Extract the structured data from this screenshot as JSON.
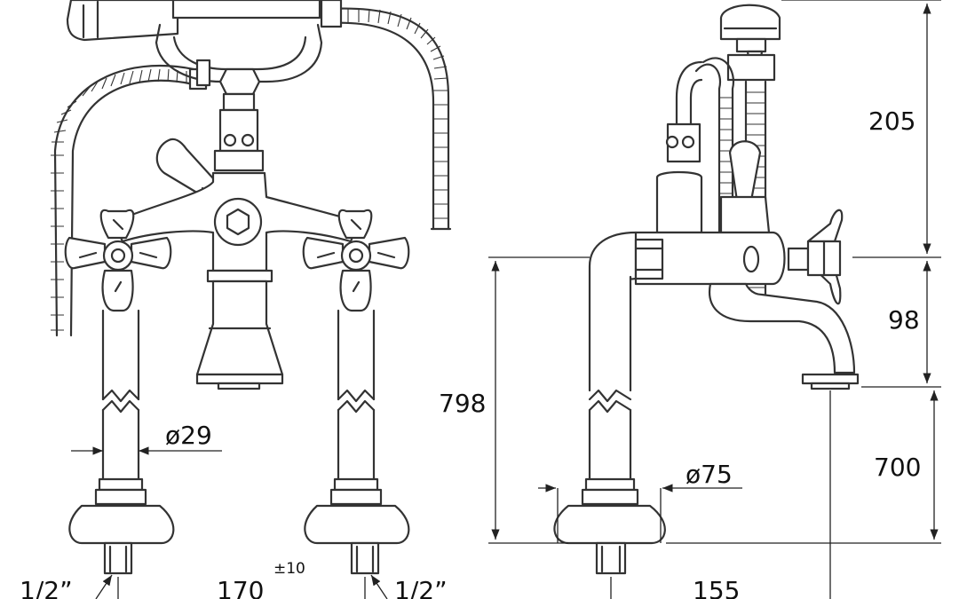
{
  "dimensions": {
    "d205": "205",
    "d98": "98",
    "d798": "798",
    "d700": "700",
    "d29": "ø29",
    "d75": "ø75",
    "d170": "170",
    "d170_tol": "±10",
    "d155": "155",
    "thread_left": "1/2”",
    "thread_right": "1/2”"
  },
  "colors": {
    "line": "#333333",
    "background": "#ffffff"
  }
}
